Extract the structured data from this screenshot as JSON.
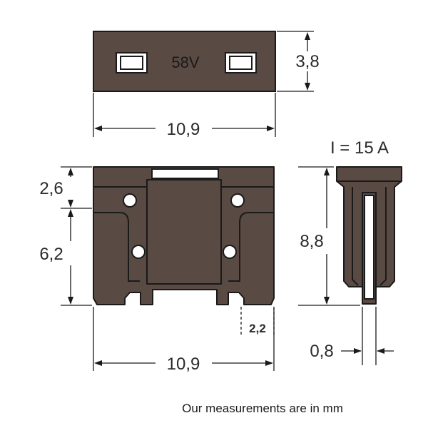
{
  "top_view": {
    "voltage_label": "58V",
    "height_dim": "3,8",
    "width_dim": "10,9"
  },
  "rating_label": "I = 15 A",
  "front_view": {
    "upper_dim": "2,6",
    "lower_dim": "6,2",
    "leg_width_dim": "2,2",
    "width_dim": "10,9"
  },
  "side_view": {
    "height_dim": "8,8",
    "thickness_dim": "0,8"
  },
  "footnote": "Our measurements are in mm",
  "colors": {
    "part_fill": "#5a4a44",
    "line": "#1a1a1a"
  }
}
